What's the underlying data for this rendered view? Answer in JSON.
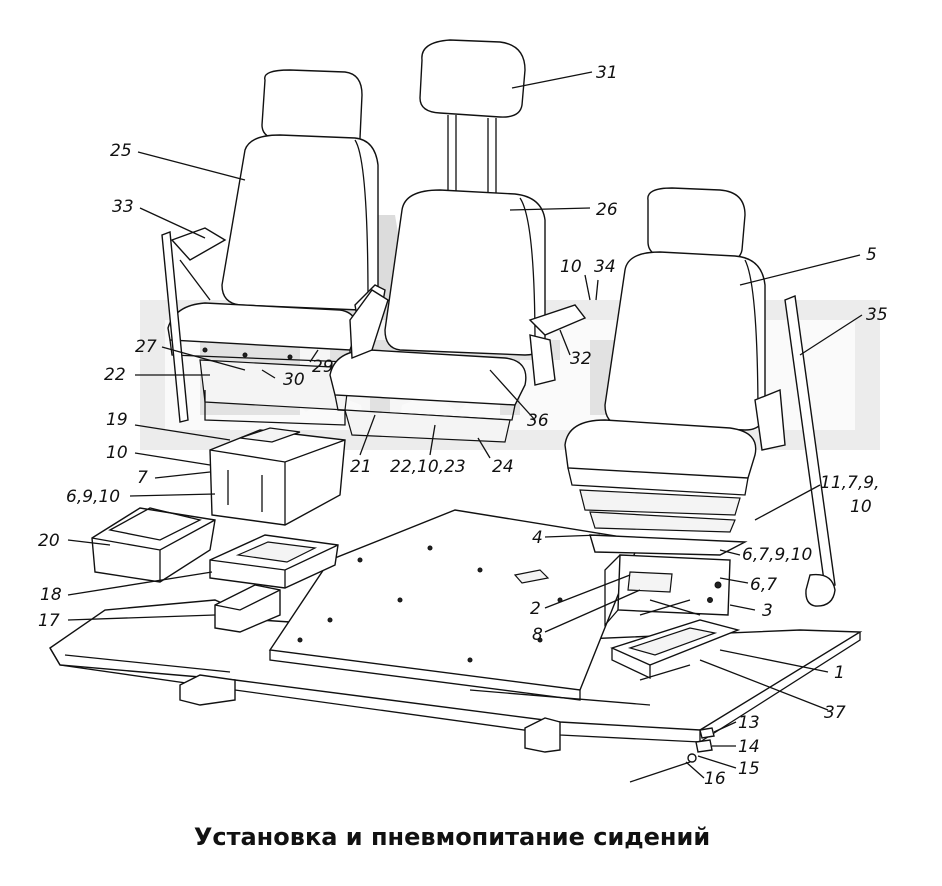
{
  "diagram": {
    "caption": "Установка и пневмопитание сидений",
    "watermark": "gear-logo"
  },
  "labels": [
    {
      "id": "l31",
      "text": "31"
    },
    {
      "id": "l25",
      "text": "25"
    },
    {
      "id": "l26",
      "text": "26"
    },
    {
      "id": "l33",
      "text": "33"
    },
    {
      "id": "l10a",
      "text": "10"
    },
    {
      "id": "l34",
      "text": "34"
    },
    {
      "id": "l5",
      "text": "5"
    },
    {
      "id": "l35",
      "text": "35"
    },
    {
      "id": "l27",
      "text": "27"
    },
    {
      "id": "l29",
      "text": "29"
    },
    {
      "id": "l32",
      "text": "32"
    },
    {
      "id": "l22a",
      "text": "22"
    },
    {
      "id": "l30",
      "text": "30"
    },
    {
      "id": "l36",
      "text": "36"
    },
    {
      "id": "l19",
      "text": "19"
    },
    {
      "id": "l10b",
      "text": "10"
    },
    {
      "id": "l21",
      "text": "21"
    },
    {
      "id": "l22b",
      "text": "22,10,23"
    },
    {
      "id": "l24",
      "text": "24"
    },
    {
      "id": "l7",
      "text": "7"
    },
    {
      "id": "l11",
      "text": "11,7,9,"
    },
    {
      "id": "l10c",
      "text": "10"
    },
    {
      "id": "l6910",
      "text": "6,9,10"
    },
    {
      "id": "l20",
      "text": "20"
    },
    {
      "id": "l4",
      "text": "4"
    },
    {
      "id": "l67910",
      "text": "6,7,9,10"
    },
    {
      "id": "l67",
      "text": "6,7"
    },
    {
      "id": "l18",
      "text": "18"
    },
    {
      "id": "l2",
      "text": "2"
    },
    {
      "id": "l3",
      "text": "3"
    },
    {
      "id": "l17",
      "text": "17"
    },
    {
      "id": "l8",
      "text": "8"
    },
    {
      "id": "l1",
      "text": "1"
    },
    {
      "id": "l37",
      "text": "37"
    },
    {
      "id": "l13",
      "text": "13"
    },
    {
      "id": "l14",
      "text": "14"
    },
    {
      "id": "l15",
      "text": "15"
    },
    {
      "id": "l16",
      "text": "16"
    }
  ]
}
